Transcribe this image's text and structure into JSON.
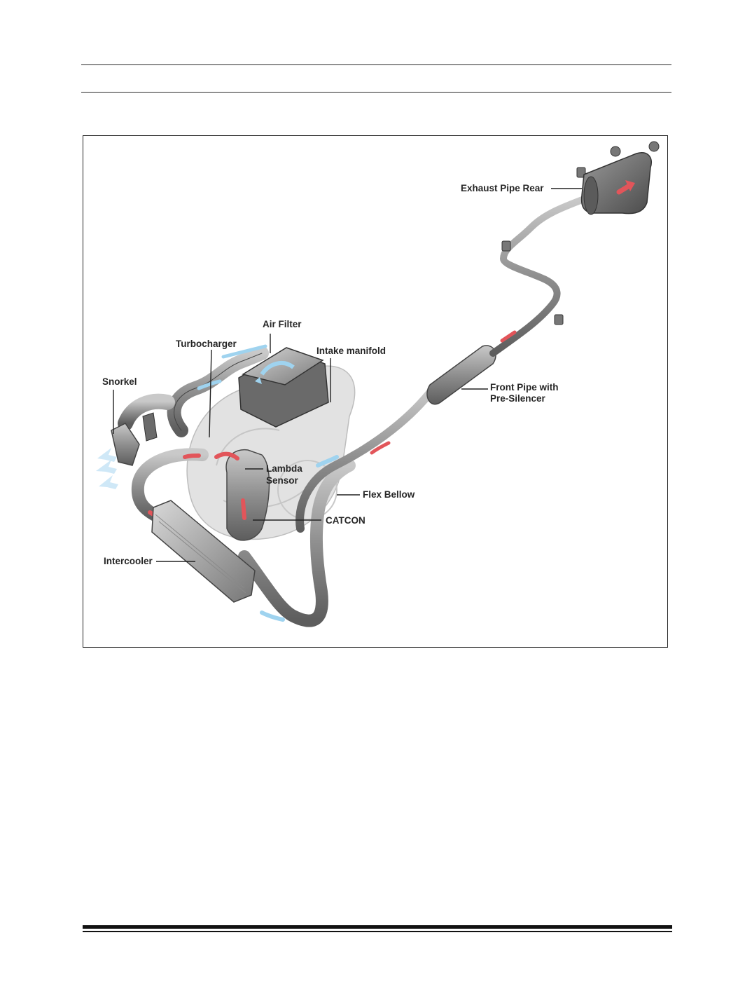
{
  "diagram": {
    "labels": {
      "exhaust_pipe_rear": "Exhaust Pipe Rear",
      "air_filter": "Air Filter",
      "turbocharger": "Turbocharger",
      "intake_manifold": "Intake manifold",
      "snorkel": "Snorkel",
      "front_pipe_line1": "Front Pipe with",
      "front_pipe_line2": "Pre-Silencer",
      "lambda_line1": "Lambda",
      "lambda_line2": "Sensor",
      "flex_bellow": "Flex Bellow",
      "catcon": "CATCON",
      "intercooler": "Intercooler"
    },
    "colors": {
      "pipe": "#8f8f8f",
      "pipe_dark": "#5d5d5d",
      "intake_air": "#9fd3ef",
      "exhaust_gas": "#e2555a",
      "engine_block": "#d9d9d9",
      "leader_line": "#222222"
    }
  }
}
